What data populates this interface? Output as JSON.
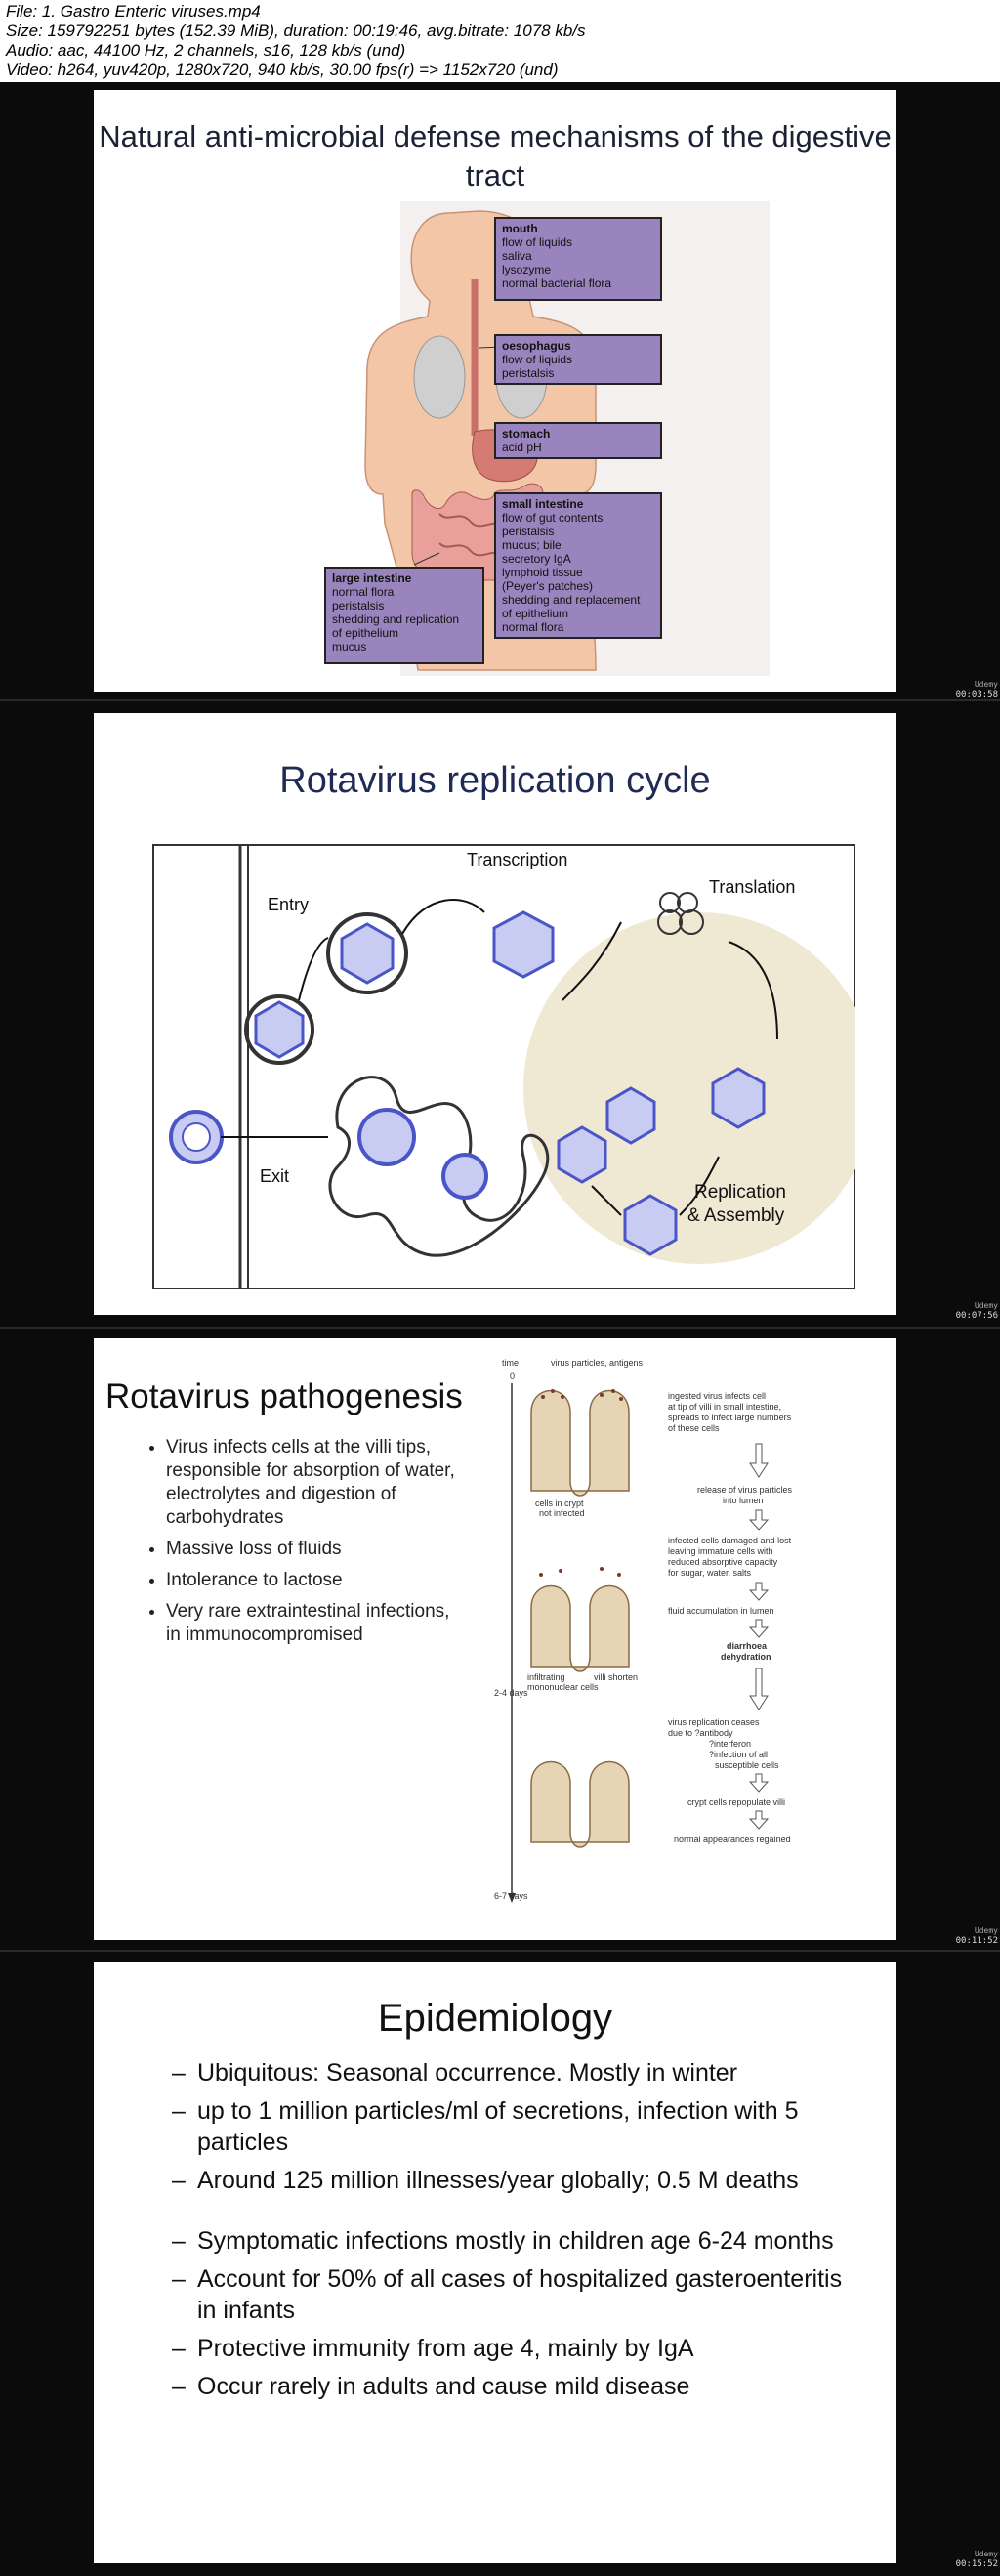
{
  "info": {
    "line1": "File: 1. Gastro Enteric viruses.mp4",
    "line2": "Size: 159792251 bytes (152.39 MiB), duration: 00:19:46, avg.bitrate: 1078 kb/s",
    "line3": "Audio: aac, 44100 Hz, 2 channels, s16, 128 kb/s (und)",
    "line4": "Video: h264, yuv420p, 1280x720, 940 kb/s, 30.00 fps(r) => 1152x720 (und)"
  },
  "frames": [
    {
      "timestamp": "00:03:58",
      "logo": "Udemy"
    },
    {
      "timestamp": "00:07:56",
      "logo": "Udemy"
    },
    {
      "timestamp": "00:11:52",
      "logo": "Udemy"
    },
    {
      "timestamp": "00:15:52",
      "logo": "Udemy"
    }
  ],
  "slide1": {
    "title": "Natural anti-microbial defense mechanisms of the digestive tract",
    "mouth": {
      "heading": "mouth",
      "items": [
        "flow of liquids",
        "saliva",
        "lysozyme",
        "normal bacterial flora"
      ]
    },
    "oesophagus": {
      "heading": "oesophagus",
      "items": [
        "flow of liquids",
        "peristalsis"
      ]
    },
    "stomach": {
      "heading": "stomach",
      "items": [
        "acid pH"
      ]
    },
    "small_intestine": {
      "heading": "small intestine",
      "items": [
        "flow of gut contents",
        "peristalsis",
        "mucus; bile",
        "secretory IgA",
        "lymphoid tissue",
        "(Peyer's patches)",
        "shedding and replacement",
        "of epithelium",
        "normal flora"
      ]
    },
    "large_intestine": {
      "heading": "large intestine",
      "items": [
        "normal flora",
        "peristalsis",
        "shedding and replication",
        "of epithelium",
        "mucus"
      ]
    }
  },
  "slide2": {
    "title": "Rotavirus replication cycle",
    "labels": {
      "transcription": "Transcription",
      "translation": "Translation",
      "entry": "Entry",
      "exit": "Exit",
      "replication": "Replication",
      "assembly": "& Assembly"
    }
  },
  "slide3": {
    "title": "Rotavirus pathogenesis",
    "bullets": [
      "Virus infects cells at the villi tips, responsible for absorption of water, electrolytes and digestion of carbohydrates",
      "Massive loss of fluids",
      "Intolerance to lactose",
      "Very rare extraintestinal infections, in immunocompromised"
    ],
    "figure": {
      "time": "time",
      "t0": "0",
      "t1": "2-4 days",
      "t2": "6-7 days",
      "virus_particles": "virus particles, antigens",
      "cells_crypt": "cells in crypt",
      "not_infected": "not infected",
      "infiltrating": "infiltrating",
      "mononuclear": "mononuclear cells",
      "villi_shorten": "villi shorten",
      "s1": "ingested virus infects cell",
      "s2": "at tip of villi in small intestine,",
      "s3": "spreads to infect large numbers",
      "s4": "of these cells",
      "s5": "release of virus particles",
      "s6": "into lumen",
      "s7": "infected cells damaged and lost",
      "s8": "leaving immature cells with",
      "s9": "reduced absorptive capacity",
      "s10": "for sugar, water, salts",
      "s11": "fluid accumulation in lumen",
      "s12": "diarrhoea",
      "s13": "dehydration",
      "s14": "virus replication ceases",
      "s15": "due to ?antibody",
      "s16": "?interferon",
      "s17": "?infection of all",
      "s18": "susceptible cells",
      "s19": "crypt cells repopulate villi",
      "s20": "normal appearances regained"
    }
  },
  "slide4": {
    "title": "Epidemiology",
    "bullets": [
      "Ubiquitous: Seasonal occurrence. Mostly in winter",
      "up to 1 million particles/ml of secretions, infection with 5 particles",
      "Around 125 million illnesses/year globally; 0.5 M deaths",
      "Symptomatic infections mostly in children age 6-24 months",
      "Account for 50% of all cases of hospitalized gasteroenteritis in infants",
      "Protective immunity from age 4, mainly by IgA",
      "Occur rarely in adults and cause mild disease"
    ]
  },
  "colors": {
    "purple_box": "#9a84bd",
    "title_blue": "#1f2a55",
    "virus_blue": "#4a55c8",
    "cell_beige": "#e6d5b5"
  }
}
